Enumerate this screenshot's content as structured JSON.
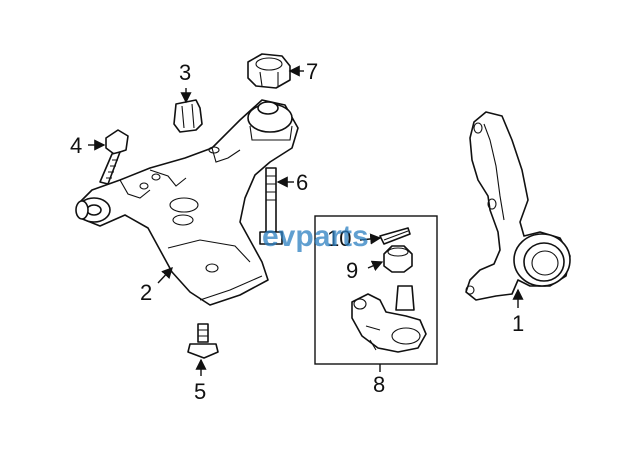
{
  "diagram": {
    "watermark": "evparts",
    "callouts": [
      {
        "id": "c1",
        "label": "1"
      },
      {
        "id": "c2",
        "label": "2"
      },
      {
        "id": "c3",
        "label": "3"
      },
      {
        "id": "c4",
        "label": "4"
      },
      {
        "id": "c5",
        "label": "5"
      },
      {
        "id": "c6",
        "label": "6"
      },
      {
        "id": "c7",
        "label": "7"
      },
      {
        "id": "c8",
        "label": "8"
      },
      {
        "id": "c9",
        "label": "9"
      },
      {
        "id": "c10",
        "label": "10"
      }
    ]
  }
}
